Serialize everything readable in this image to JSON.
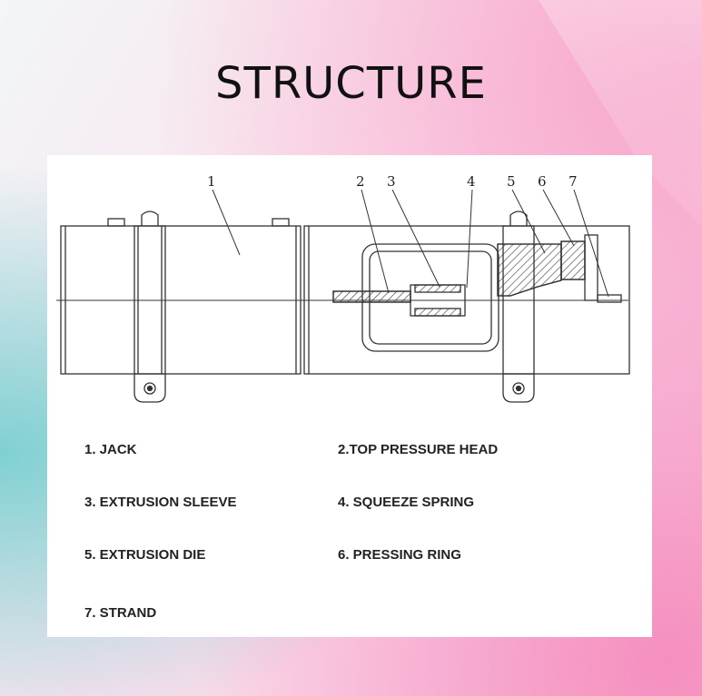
{
  "title": "STRUCTURE",
  "callouts": [
    "1",
    "2",
    "3",
    "4",
    "5",
    "6",
    "7"
  ],
  "legend": [
    "1. JACK",
    "2.TOP PRESSURE HEAD",
    "3. EXTRUSION SLEEVE",
    "4. SQUEEZE SPRING",
    "5. EXTRUSION DIE",
    "6. PRESSING RING",
    "7. STRAND"
  ]
}
